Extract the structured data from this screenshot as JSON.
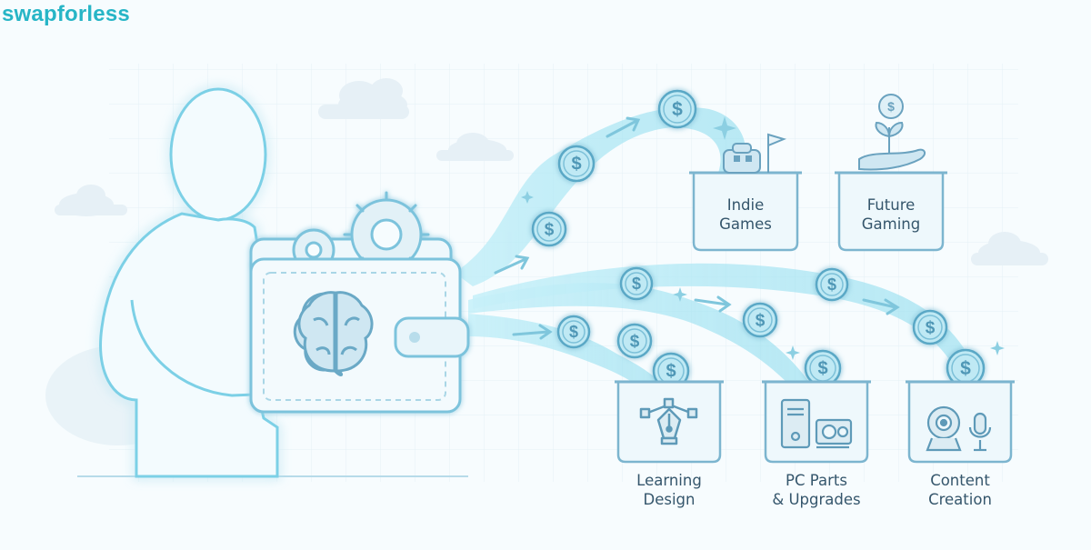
{
  "brand": {
    "name": "swapforless",
    "color": "#27b5c6"
  },
  "palette": {
    "stroke": "#6fa9c4",
    "fill": "#e3f2f8",
    "glow": "#8ee4f3",
    "stream": "#a9e6f3"
  },
  "destinations": [
    {
      "id": "indie-games",
      "lines": [
        "Indie",
        "Games"
      ],
      "icon": "pixel-creature-flag-icon"
    },
    {
      "id": "future-gaming",
      "lines": [
        "Future",
        "Gaming"
      ],
      "icon": "hand-sprouting-coin-icon"
    },
    {
      "id": "learning-design",
      "lines": [
        "Learning",
        "Design"
      ],
      "icon": "pen-tool-icon"
    },
    {
      "id": "pc-parts",
      "lines": [
        "PC Parts",
        "& Upgrades"
      ],
      "icon": "pc-tower-gpu-icon"
    },
    {
      "id": "content-creation",
      "lines": [
        "Content",
        "Creation"
      ],
      "icon": "webcam-microphone-icon"
    }
  ],
  "source": {
    "icons": [
      "person-icon",
      "wallet-icon",
      "gear-icon",
      "brain-icon"
    ]
  },
  "coin_symbol": "$"
}
